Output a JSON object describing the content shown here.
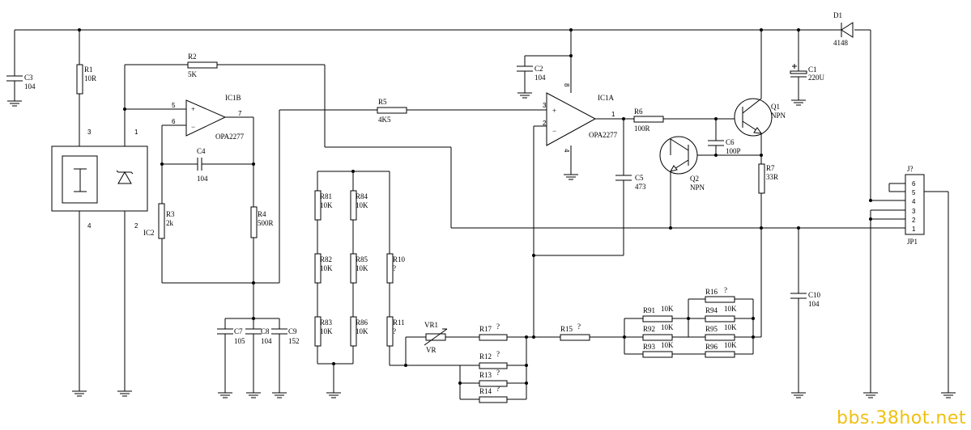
{
  "watermark": "bbs.38hot.net",
  "labels": {
    "C3": "C3",
    "C3v": "104",
    "R1": "R1",
    "R1v": "10R",
    "R2": "R2",
    "R2v": "5K",
    "IC1B": "IC1B",
    "OPA1": "OPA2277",
    "C4": "C4",
    "C4v": "104",
    "R3": "R3",
    "R3v": "2k",
    "IC2": "IC2",
    "R4": "R4",
    "R4v": "500R",
    "C7": "C7",
    "C7v": "105",
    "C8": "C8",
    "C8v": "104",
    "C9": "C9",
    "C9v": "152",
    "R5": "R5",
    "R5v": "4K5",
    "C2": "C2",
    "C2v": "104",
    "IC1A": "IC1A",
    "OPA2": "OPA2277",
    "R6": "R6",
    "R6v": "100R",
    "C5": "C5",
    "C5v": "473",
    "Q1": "Q1",
    "NPN1": "NPN",
    "Q2": "Q2",
    "NPN2": "NPN",
    "C6": "C6",
    "C6v": "100P",
    "R7": "R7",
    "R7v": "33R",
    "D1": "D1",
    "D1v": "4148",
    "C1": "C1",
    "C1v": "220U",
    "C10": "C10",
    "C10v": "104",
    "J": "J?",
    "JP1": "JP1",
    "R81": "R81",
    "R82": "R82",
    "R83": "R83",
    "R84": "R84",
    "R85": "R85",
    "R86": "R86",
    "K10": "10K",
    "R10": "R10",
    "R11": "R11",
    "Q": "?",
    "VR1": "VR1",
    "VR": "VR",
    "R12": "R12",
    "R13": "R13",
    "R14": "R14",
    "R15": "R15",
    "R16": "R16",
    "R17": "R17",
    "R91": "R91",
    "R92": "R92",
    "R93": "R93",
    "R94": "R94",
    "R95": "R95",
    "R96": "R96"
  },
  "pins": {
    "p1": "1",
    "p2": "2",
    "p3": "3",
    "p4": "4",
    "p5": "5",
    "p6": "6",
    "p7": "7",
    "p8": "8",
    "j6": "6",
    "j5": "5",
    "j4": "4",
    "j3": "3",
    "j2": "2",
    "j1": "1"
  }
}
